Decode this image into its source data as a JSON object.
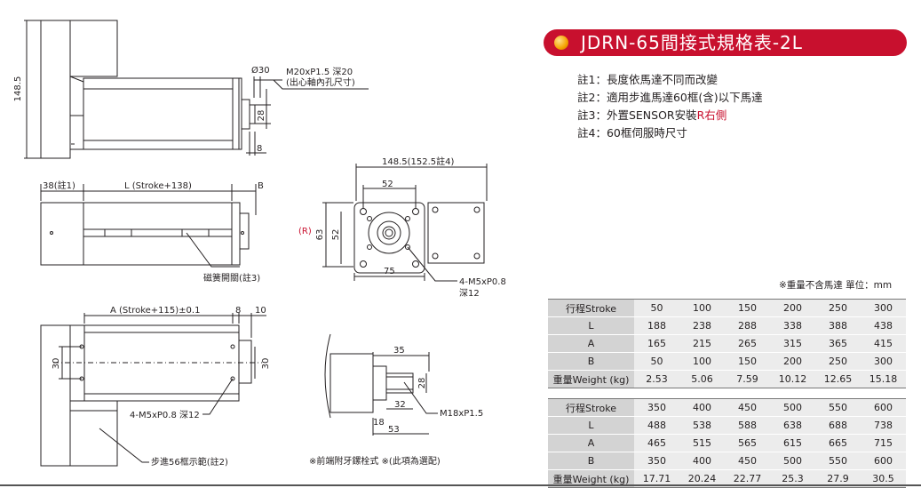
{
  "title": "JDRN-65間接式規格表-2L",
  "notes": [
    {
      "text": "註1：長度依馬達不同而改變",
      "highlight": ""
    },
    {
      "text": "註2：適用步進馬達60框(含)以下馬達",
      "highlight": ""
    },
    {
      "text": "註3：外置SENSOR安裝",
      "highlight": "R右側"
    },
    {
      "text": "註4：60框伺服時尺寸",
      "highlight": ""
    }
  ],
  "unit_note": "※重量不含馬達  單位：mm",
  "table1": {
    "rows": [
      {
        "label": "行程Stroke",
        "values": [
          "50",
          "100",
          "150",
          "200",
          "250",
          "300"
        ]
      },
      {
        "label": "L",
        "values": [
          "188",
          "238",
          "288",
          "338",
          "388",
          "438"
        ]
      },
      {
        "label": "A",
        "values": [
          "165",
          "215",
          "265",
          "315",
          "365",
          "415"
        ]
      },
      {
        "label": "B",
        "values": [
          "50",
          "100",
          "150",
          "200",
          "250",
          "300"
        ]
      },
      {
        "label": "重量Weight (kg)",
        "values": [
          "2.53",
          "5.06",
          "7.59",
          "10.12",
          "12.65",
          "15.18"
        ]
      }
    ]
  },
  "table2": {
    "rows": [
      {
        "label": "行程Stroke",
        "values": [
          "350",
          "400",
          "450",
          "500",
          "550",
          "600"
        ]
      },
      {
        "label": "L",
        "values": [
          "488",
          "538",
          "588",
          "638",
          "688",
          "738"
        ]
      },
      {
        "label": "A",
        "values": [
          "465",
          "515",
          "565",
          "615",
          "665",
          "715"
        ]
      },
      {
        "label": "B",
        "values": [
          "350",
          "400",
          "450",
          "500",
          "550",
          "600"
        ]
      },
      {
        "label": "重量Weight (kg)",
        "values": [
          "17.71",
          "20.24",
          "22.77",
          "25.3",
          "27.9",
          "30.5"
        ]
      }
    ]
  },
  "drawing_labels": {
    "height_148": "148.5",
    "dia30": "Ø30",
    "thread_note1": "M20xP1.5 深20",
    "thread_note2": "(出心軸內孔尺寸)",
    "dim28": "28",
    "dim8": "8",
    "dim38": "38(註1)",
    "dimL": "L (Stroke+138)",
    "dimB": "B",
    "reed_switch": "磁簧開關(註3)",
    "width148": "148.5(152.5註4)",
    "dim52_top": "52",
    "dimR": "(R)",
    "dim63": "63",
    "dim52_side": "52",
    "dim75": "75",
    "m5_end1": "4-M5xP0.8",
    "m5_end2": "深12",
    "dimA": "A (Stroke+115)±0.1",
    "dim8b": "8",
    "dim10": "10",
    "dim30_left": "30",
    "dim30_right": "30",
    "m5_bottom": "4-M5xP0.8 深12",
    "motor_range": "步進56框示範(註2)",
    "dim35": "35",
    "dim28b": "28",
    "dim32": "32",
    "m18": "M18xP1.5",
    "dim18": "18",
    "dim53": "53",
    "front_note": "※前端附牙鏍栓式 ※(此項為選配)"
  },
  "colors": {
    "accent": "#c8102e",
    "header_cell": "#d3d3d3",
    "value_cell": "#ececec"
  }
}
